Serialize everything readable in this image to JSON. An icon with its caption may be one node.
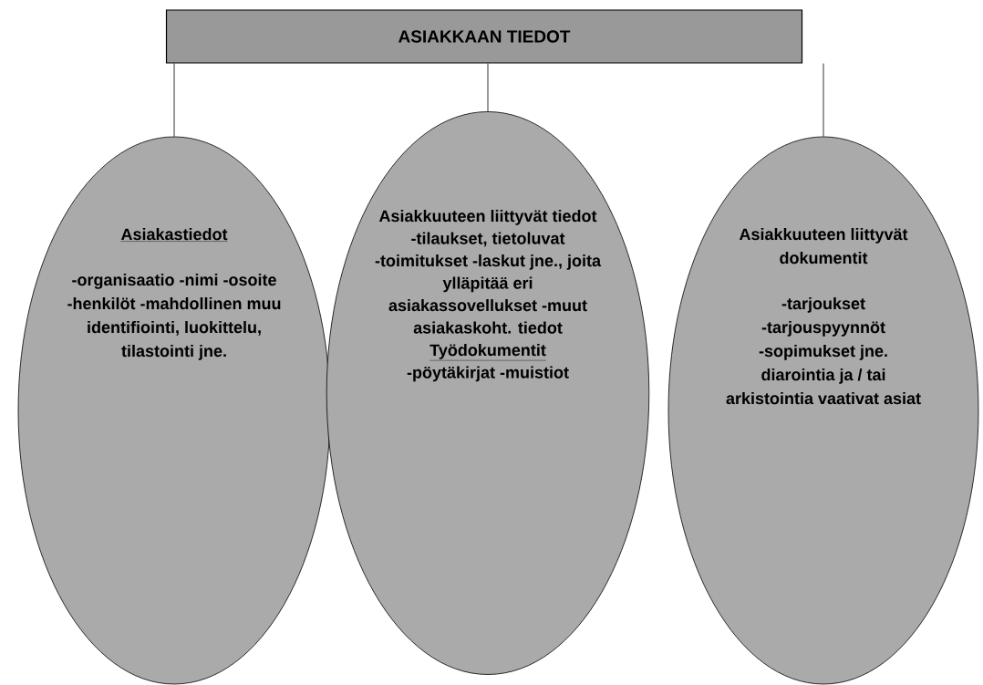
{
  "diagram": {
    "nodes": [
      {
        "text": [
          "ASIAKKAAN TIEDOT"
        ]
      },
      {
        "text": [
          "Asiakastiedot",
          "-organisaatio -nimi -osoite -henkilöt -mahdollinen muu identifiointi, luokittelu, tilastointi jne."
        ]
      },
      {
        "text": [
          "Asiakkuuteen liittyvät tiedot",
          "-tilaukset, tietoluvat -toimitukset -laskut jne., joita ylläpitää eri asiakassovellukset -muut asiakaskoht. tiedot",
          "Työdokumentit",
          "-pöytäkirjat -muistiot"
        ]
      },
      {
        "text": [
          "Asiakkuuteen liittyvät dokumentit",
          "-tarjoukset -tarjouspyynnöt -sopimukset jne. diarointia ja / tai arkistointia vaativat asiat"
        ]
      }
    ],
    "edges": [
      {
        "from": 0,
        "to": 1,
        "arrow": "none"
      },
      {
        "from": 0,
        "to": 2,
        "arrow": "none"
      },
      {
        "from": 0,
        "to": 3,
        "arrow": "none"
      }
    ]
  }
}
